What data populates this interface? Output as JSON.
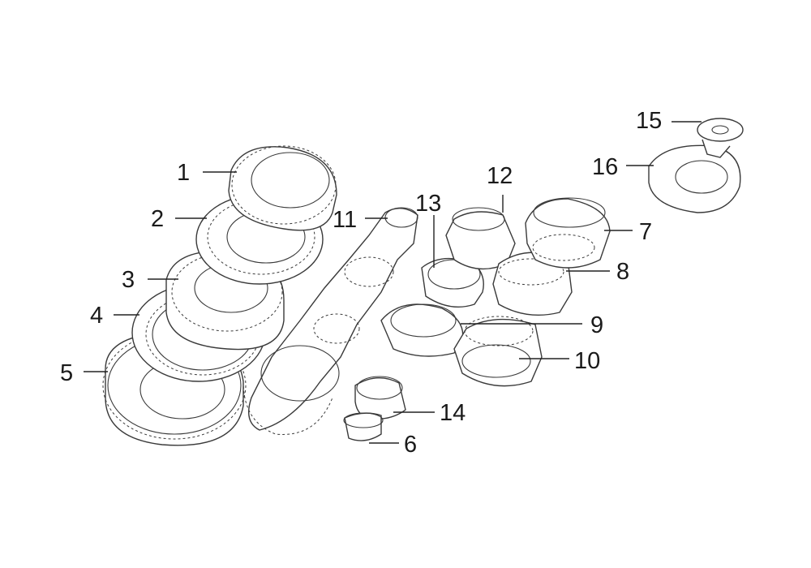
{
  "diagram": {
    "type": "exploded-parts-view",
    "callouts": [
      {
        "id": "1",
        "label": "1"
      },
      {
        "id": "2",
        "label": "2"
      },
      {
        "id": "3",
        "label": "3"
      },
      {
        "id": "4",
        "label": "4"
      },
      {
        "id": "5",
        "label": "5"
      },
      {
        "id": "6",
        "label": "6"
      },
      {
        "id": "7",
        "label": "7"
      },
      {
        "id": "8",
        "label": "8"
      },
      {
        "id": "9",
        "label": "9"
      },
      {
        "id": "10",
        "label": "10"
      },
      {
        "id": "11",
        "label": "11"
      },
      {
        "id": "12",
        "label": "12"
      },
      {
        "id": "13",
        "label": "13"
      },
      {
        "id": "14",
        "label": "14"
      },
      {
        "id": "15",
        "label": "15"
      },
      {
        "id": "16",
        "label": "16"
      }
    ],
    "line_color": "#3a3a3a",
    "background": "#ffffff"
  }
}
